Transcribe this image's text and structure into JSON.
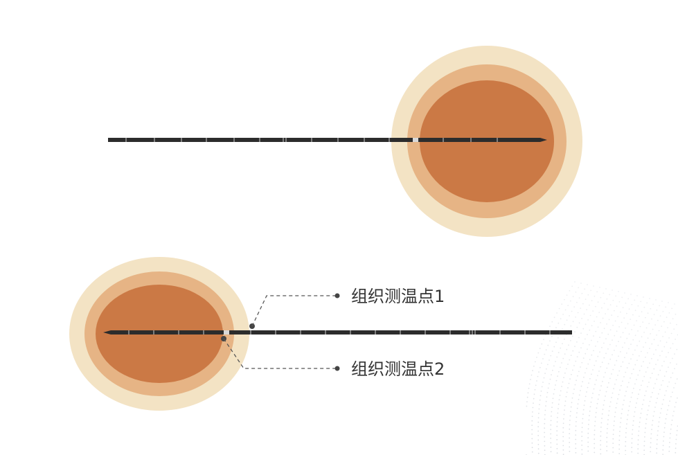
{
  "annotations": [
    {
      "id": "point-1",
      "label": "组织测温点1"
    },
    {
      "id": "point-2",
      "label": "组织测温点2"
    }
  ],
  "colors": {
    "outer_zone": "#f3e3c4",
    "middle_zone": "#e6b485",
    "inner_zone": "#cb7945",
    "probe": "#2c2c2c",
    "probe_mark": "#9a9a9a",
    "leader_line": "#555555",
    "label_text": "#333333",
    "background_dots": "#cfd3d9"
  }
}
